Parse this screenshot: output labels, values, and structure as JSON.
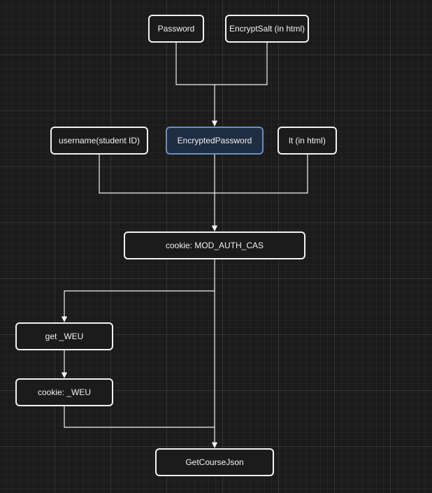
{
  "diagram": {
    "nodes": [
      {
        "id": "password",
        "label": "Password"
      },
      {
        "id": "encrypt_salt",
        "label": "EncryptSalt (in html)"
      },
      {
        "id": "username",
        "label": "username(student ID)"
      },
      {
        "id": "encrypted_password",
        "label": "EncryptedPassword"
      },
      {
        "id": "lt",
        "label": "lt (in html)"
      },
      {
        "id": "cookie_mod_auth_cas",
        "label": "cookie: MOD_AUTH_CAS"
      },
      {
        "id": "get_weu",
        "label": "get _WEU"
      },
      {
        "id": "cookie_weu",
        "label": "cookie: _WEU"
      },
      {
        "id": "get_course_json",
        "label": "GetCourseJson"
      }
    ],
    "edges": [
      {
        "from": "password",
        "to": "encrypted_password"
      },
      {
        "from": "encrypt_salt",
        "to": "encrypted_password"
      },
      {
        "from": "username",
        "to": "cookie_mod_auth_cas"
      },
      {
        "from": "encrypted_password",
        "to": "cookie_mod_auth_cas"
      },
      {
        "from": "lt",
        "to": "cookie_mod_auth_cas"
      },
      {
        "from": "cookie_mod_auth_cas",
        "to": "get_weu"
      },
      {
        "from": "get_weu",
        "to": "cookie_weu"
      },
      {
        "from": "cookie_mod_auth_cas",
        "to": "get_course_json"
      },
      {
        "from": "cookie_weu",
        "to": "get_course_json"
      }
    ],
    "colors": {
      "background": "#1b1b1b",
      "line": "#f2f2f2",
      "text": "#f2f2f2",
      "highlight_fill": "#1e2d42",
      "highlight_stroke": "#6c8ebf"
    }
  }
}
